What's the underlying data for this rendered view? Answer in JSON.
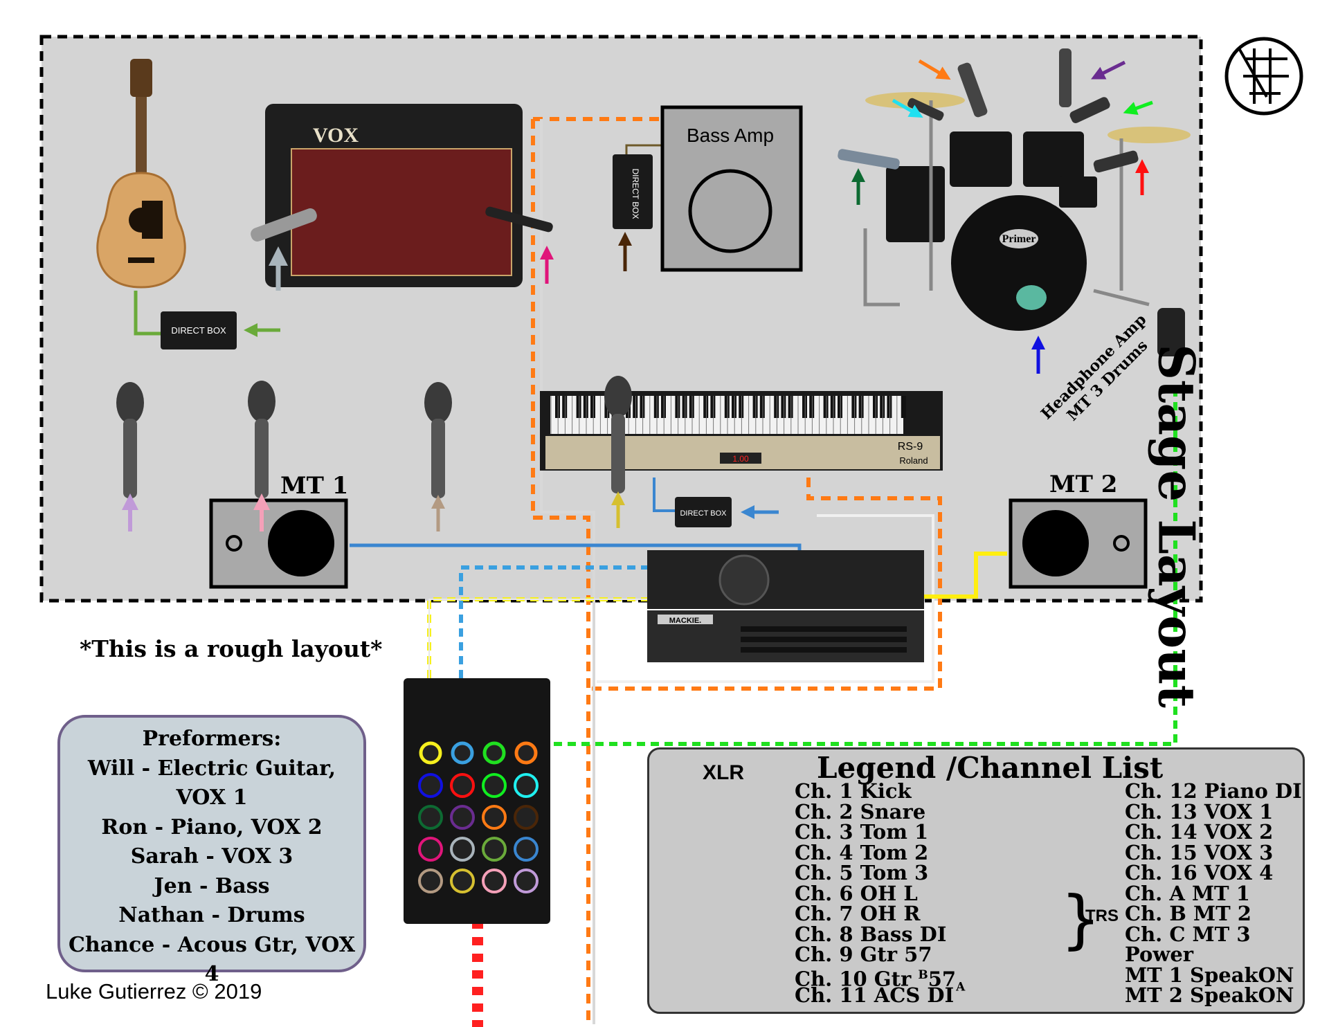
{
  "title": "Stage Layout",
  "note": "*This is a rough layout*",
  "credit": "Luke Gutierrez © 2019",
  "devices": {
    "vox_brand": "VOX",
    "bass_amp": "Bass Amp",
    "mt1": "MT 1",
    "mt2": "MT 2",
    "headphone_amp": [
      "Headphone Amp",
      "MT 3 Drums"
    ],
    "direct_box": "DIRECT BOX",
    "amp_brand": "MACKIE.",
    "drum_brand": "Primer",
    "keyboard_model": "RS-9",
    "keyboard_brand": "Roland",
    "keyboard_display": "1.00"
  },
  "performers": {
    "heading": "Preformers:",
    "lines": [
      "Will - Electric Guitar,",
      "VOX 1",
      "Ron - Piano, VOX 2",
      "Sarah - VOX 3",
      "Jen - Bass",
      "Nathan - Drums",
      "Chance - Acous Gtr, VOX 4"
    ]
  },
  "legend": {
    "title": "Legend /Channel List",
    "xlr_heading": "XLR",
    "trs_label": "TRS",
    "left": [
      {
        "label": "Ch. 1 Kick",
        "color": "#1010e0",
        "style": "solid"
      },
      {
        "label": "Ch. 2 Snare",
        "color": "#ff1010",
        "style": "solid"
      },
      {
        "label": "Ch. 3 Tom 1",
        "color": "#10ee20",
        "style": "solid"
      },
      {
        "label": "Ch. 4 Tom 2",
        "color": "#20f0f0",
        "style": "solid"
      },
      {
        "label": "Ch. 5 Tom 3",
        "color": "#0d6a32",
        "style": "solid"
      },
      {
        "label": "Ch. 6 OH L",
        "color": "#6a2c90",
        "style": "solid"
      },
      {
        "label": "Ch. 7 OH R",
        "color": "#ff7a14",
        "style": "solid"
      },
      {
        "label": "Ch. 8 Bass DI",
        "color": "#4a2608",
        "style": "solid"
      },
      {
        "label": "Ch. 9 Gtr 57",
        "color": "#e0157a",
        "style": "solid"
      },
      {
        "label": "Ch. 10 Gtr ",
        "sup": "B",
        "label_end": "57",
        "sub": "A",
        "color": "#a9b4bb",
        "style": "solid"
      },
      {
        "label": "Ch. 11 ACS DI",
        "color": "#6aaa3a",
        "style": "solid"
      }
    ],
    "right": [
      {
        "label": "Ch. 12 Piano DI",
        "color": "#3a86d0",
        "style": "solid"
      },
      {
        "label": "Ch. 13 VOX 1",
        "color": "#b39a82",
        "style": "solid"
      },
      {
        "label": "Ch. 14 VOX 2",
        "color": "#d6c030",
        "style": "solid"
      },
      {
        "label": "Ch. 15 VOX 3",
        "color": "#f4a0b8",
        "style": "solid"
      },
      {
        "label": "Ch. 16 VOX 4",
        "color": "#c09ad8",
        "style": "solid"
      },
      {
        "label": "Ch. A MT 1",
        "color": "#f6f01e",
        "style": "dashed"
      },
      {
        "label": "Ch. B MT 2",
        "color": "#3aa0e0",
        "style": "dashed"
      },
      {
        "label": "Ch. C MT 3",
        "color": "#20e020",
        "style": "dashed"
      },
      {
        "label": "Power",
        "color": "#ff7a14",
        "style": "dashed"
      },
      {
        "label": "MT 1 SpeakON",
        "color": "#3a86d0",
        "style": "solid"
      },
      {
        "label": "MT 2 SpeakON",
        "color": "#ffee10",
        "style": "solid"
      }
    ]
  },
  "arrow_colors": {
    "orange": "#ff7a14",
    "purple": "#6a2c90",
    "green": "#10ee20",
    "cyan": "#20e0f0",
    "darkgreen": "#0d6a32",
    "red": "#ff1010",
    "blue": "#1010e0",
    "brown": "#4a2608",
    "magenta": "#e0157a",
    "grey": "#a9b4bb",
    "lime": "#6aaa3a",
    "lavender": "#c09ad8",
    "pink": "#f4a0b8",
    "tan": "#b39a82",
    "yellow": "#d6c030",
    "sky": "#3a86d0"
  }
}
